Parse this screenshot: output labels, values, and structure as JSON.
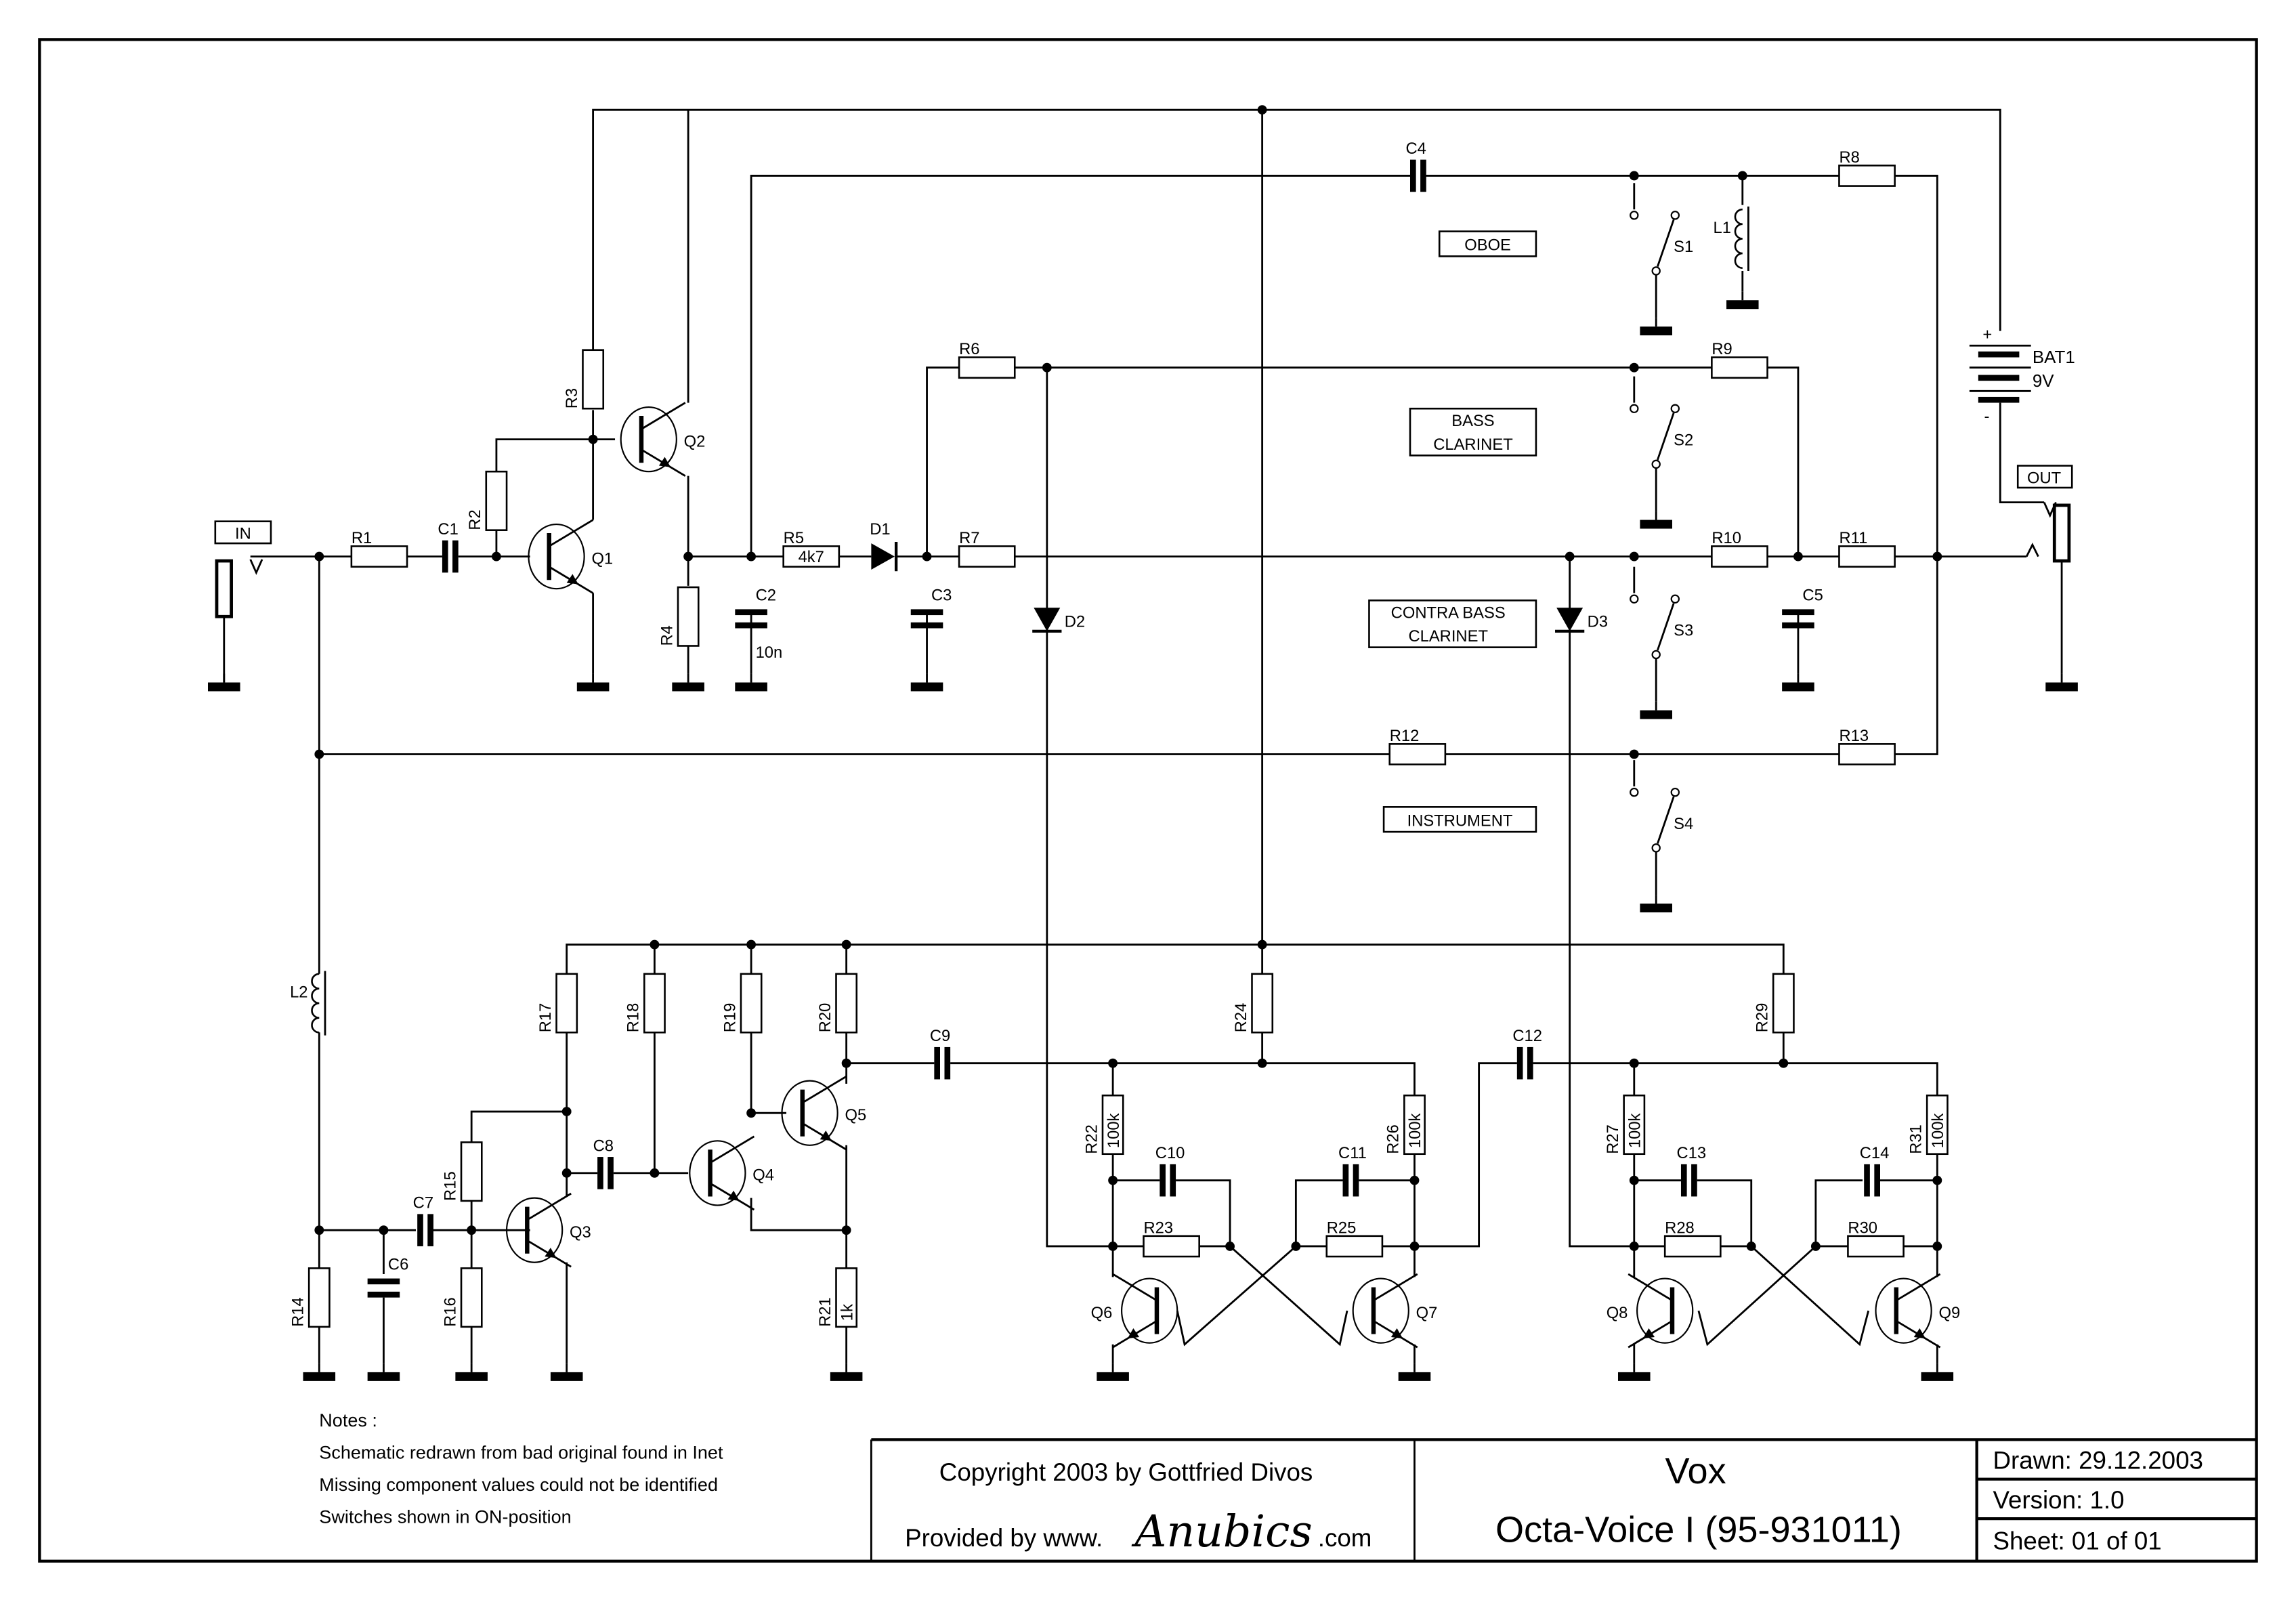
{
  "title_block": {
    "copyright": "Copyright 2003 by Gottfried Divos",
    "provided_prefix": "Provided by  www.",
    "provided_brand": "Anubics",
    "provided_suffix": ".com",
    "manufacturer": "Vox",
    "model": "Octa-Voice I   (95-931011)",
    "drawn": "Drawn:  29.12.2003",
    "version": "Version:  1.0",
    "sheet": "Sheet:  01  of  01"
  },
  "notes": {
    "heading": "Notes :",
    "lines": [
      "Schematic redrawn from bad original found in Inet",
      "Missing component values could not be identified",
      "Switches shown in ON-position"
    ]
  },
  "connectors": {
    "in": "IN",
    "out": "OUT"
  },
  "voice_labels": {
    "oboe": "OBOE",
    "bass_clarinet_1": "BASS",
    "bass_clarinet_2": "CLARINET",
    "contra_1": "CONTRA BASS",
    "contra_2": "CLARINET",
    "instrument": "INSTRUMENT"
  },
  "battery": {
    "ref": "BAT1",
    "value": "9V",
    "plus": "+",
    "minus": "-"
  },
  "components": {
    "resistors": [
      {
        "ref": "R1",
        "value": ""
      },
      {
        "ref": "R2",
        "value": ""
      },
      {
        "ref": "R3",
        "value": ""
      },
      {
        "ref": "R4",
        "value": ""
      },
      {
        "ref": "R5",
        "value": "4k7"
      },
      {
        "ref": "R6",
        "value": ""
      },
      {
        "ref": "R7",
        "value": ""
      },
      {
        "ref": "R8",
        "value": ""
      },
      {
        "ref": "R9",
        "value": ""
      },
      {
        "ref": "R10",
        "value": ""
      },
      {
        "ref": "R11",
        "value": ""
      },
      {
        "ref": "R12",
        "value": ""
      },
      {
        "ref": "R13",
        "value": ""
      },
      {
        "ref": "R14",
        "value": ""
      },
      {
        "ref": "R15",
        "value": ""
      },
      {
        "ref": "R16",
        "value": ""
      },
      {
        "ref": "R17",
        "value": ""
      },
      {
        "ref": "R18",
        "value": ""
      },
      {
        "ref": "R19",
        "value": ""
      },
      {
        "ref": "R20",
        "value": ""
      },
      {
        "ref": "R21",
        "value": "1k"
      },
      {
        "ref": "R22",
        "value": "100k"
      },
      {
        "ref": "R23",
        "value": ""
      },
      {
        "ref": "R24",
        "value": ""
      },
      {
        "ref": "R25",
        "value": ""
      },
      {
        "ref": "R26",
        "value": "100k"
      },
      {
        "ref": "R27",
        "value": "100k"
      },
      {
        "ref": "R28",
        "value": ""
      },
      {
        "ref": "R29",
        "value": ""
      },
      {
        "ref": "R30",
        "value": ""
      },
      {
        "ref": "R31",
        "value": "100k"
      }
    ],
    "capacitors": [
      {
        "ref": "C1",
        "value": ""
      },
      {
        "ref": "C2",
        "value": "10n"
      },
      {
        "ref": "C3",
        "value": ""
      },
      {
        "ref": "C4",
        "value": ""
      },
      {
        "ref": "C5",
        "value": ""
      },
      {
        "ref": "C6",
        "value": ""
      },
      {
        "ref": "C7",
        "value": ""
      },
      {
        "ref": "C8",
        "value": ""
      },
      {
        "ref": "C9",
        "value": ""
      },
      {
        "ref": "C10",
        "value": ""
      },
      {
        "ref": "C11",
        "value": ""
      },
      {
        "ref": "C12",
        "value": ""
      },
      {
        "ref": "C13",
        "value": ""
      },
      {
        "ref": "C14",
        "value": ""
      }
    ],
    "transistors": [
      "Q1",
      "Q2",
      "Q3",
      "Q4",
      "Q5",
      "Q6",
      "Q7",
      "Q8",
      "Q9"
    ],
    "diodes": [
      "D1",
      "D2",
      "D3"
    ],
    "switches": [
      "S1",
      "S2",
      "S3",
      "S4"
    ],
    "inductors": [
      "L1",
      "L2"
    ]
  }
}
